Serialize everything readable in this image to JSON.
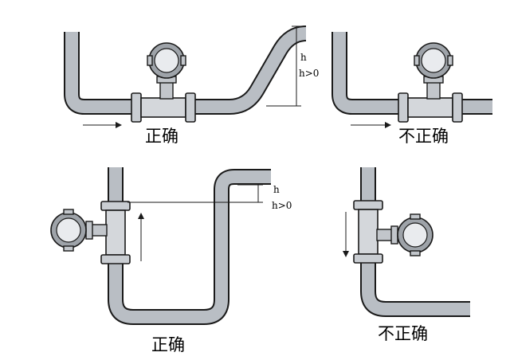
{
  "panels": [
    {
      "caption": "正确",
      "h_label": "h",
      "h_condition": "h>0"
    },
    {
      "caption": "不正确"
    },
    {
      "caption": "正确",
      "h_label": "h",
      "h_condition": "h>0"
    },
    {
      "caption": "不正确"
    }
  ],
  "colors": {
    "pipe_fill": "#b9bec4",
    "outline": "#1a1a1a",
    "meter_body": "#d4d7db"
  }
}
